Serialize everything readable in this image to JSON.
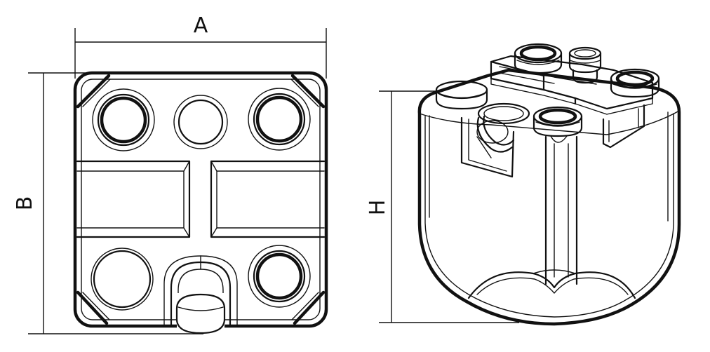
{
  "dimensions": {
    "width_label": "A",
    "length_label": "B",
    "height_label": "H"
  },
  "colors": {
    "line": "#111111",
    "background": "#ffffff"
  }
}
